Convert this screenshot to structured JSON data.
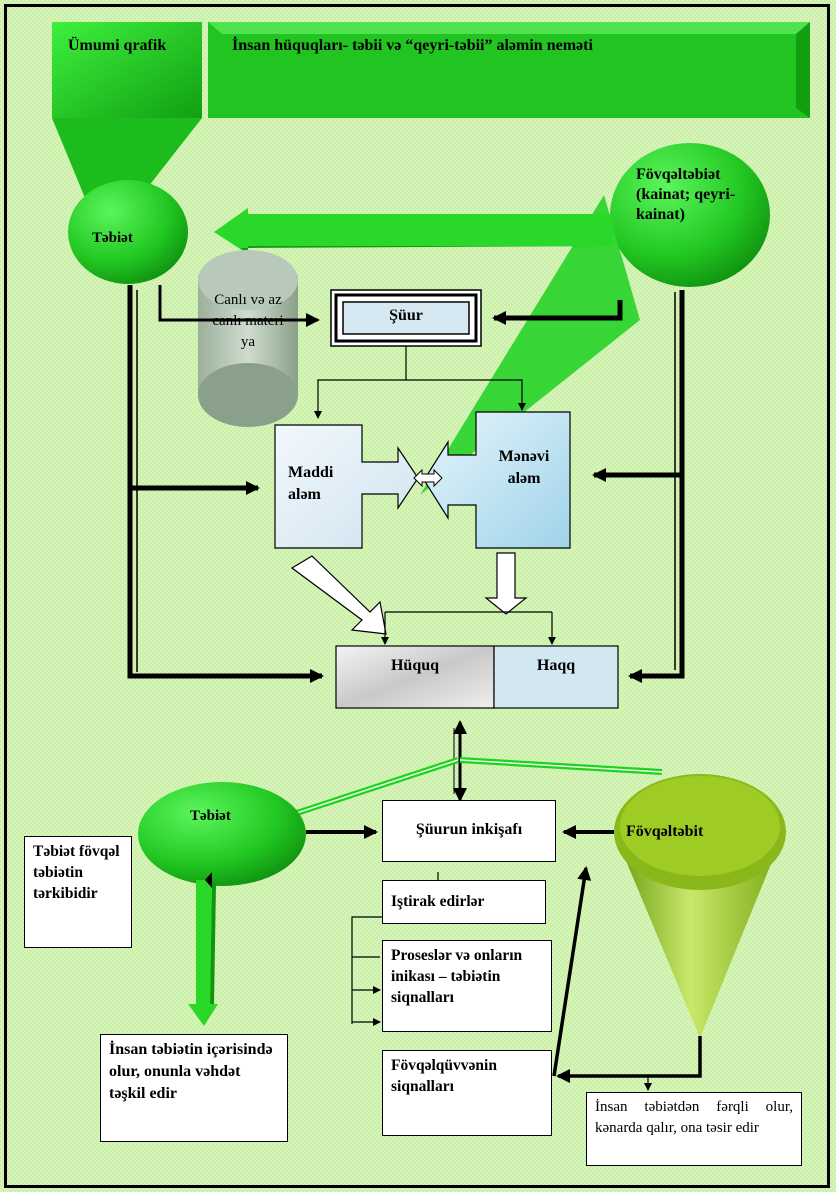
{
  "header": {
    "general_label": "Ümumi qrafik",
    "banner_title": "İnsan hüquqları- təbii və  “qeyri-təbii” aləmin neməti"
  },
  "nodes": {
    "nature_top": "Təbiət",
    "supernature_top": "Fövqəltəbiət (kainat; qeyri-kainat)",
    "living_matter": "Canlı və az canlı materi ya",
    "consciousness": "Şüur",
    "material_world": "Maddi aləm",
    "spiritual_world": "Mənəvi aləm",
    "law": "Hüquq",
    "right": "Haqq",
    "nature_bottom": "Təbiət",
    "supernature_bottom": "Fövqəltəbit",
    "consciousness_dev": "Şüurun inkişafı",
    "participants": "Iştirak edirlər",
    "processes": "Proseslər və onların inikası – təbiətin siqnalları",
    "superforce": "Fövqəlqüvvənin siqnalları",
    "note_nature": "Təbiət fövqəl təbiətin tərkibidir",
    "note_human_nature": "İnsan təbiətin içərisində olur, onunla vəhdət təşkil edir",
    "note_human_diff": "İnsan təbiətdən fərqli olur, kənarda qalır, ona təsir edir"
  },
  "colors": {
    "background": "#c9f0a6",
    "green_bright": "#2bd92b",
    "green_dark": "#0e9a0e",
    "olive": "#8fbf1a",
    "pale_blue": "#dfeff7"
  }
}
